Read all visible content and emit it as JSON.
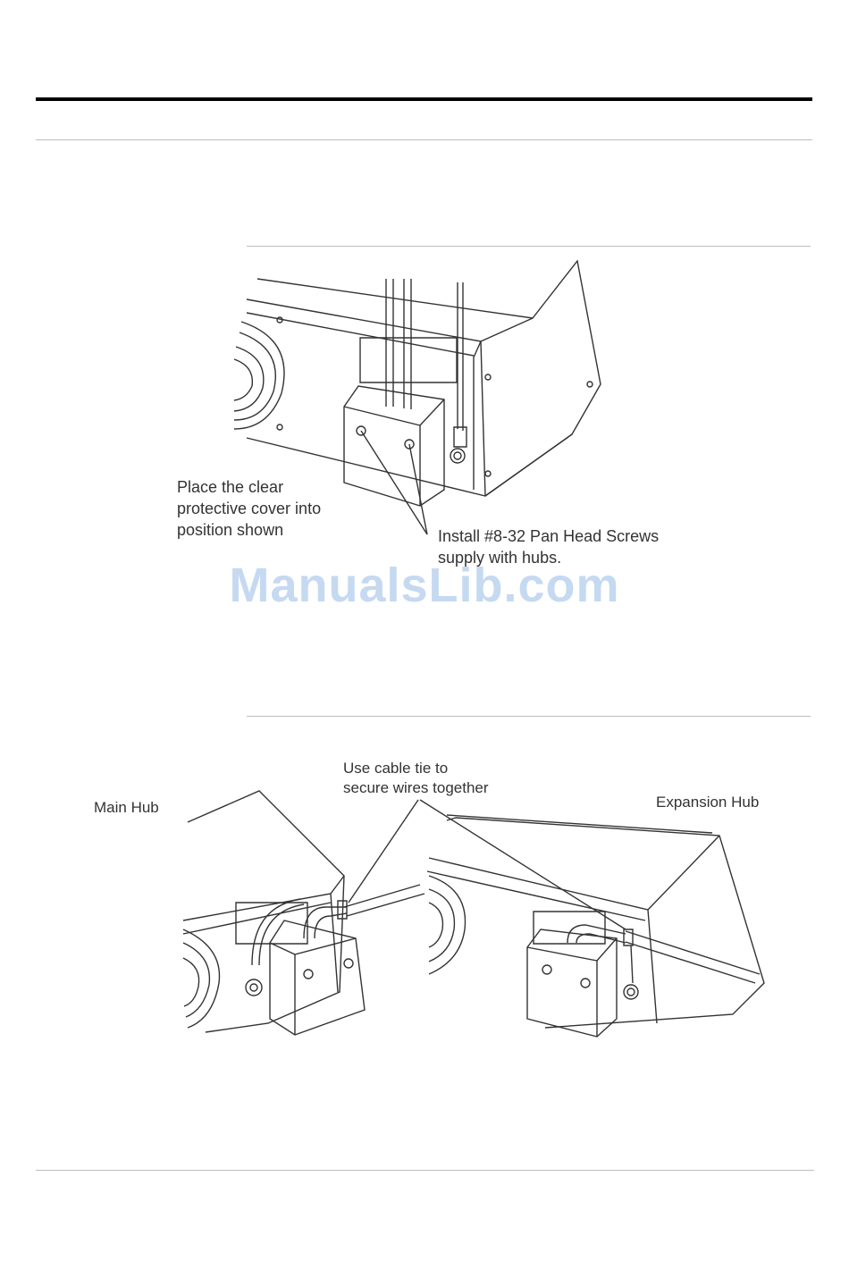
{
  "figure1": {
    "label_cover": [
      "Place the clear",
      "protective cover into",
      "position shown"
    ],
    "label_screws": [
      "Install #8-32 Pan Head Screws",
      "supply with hubs."
    ]
  },
  "figure2": {
    "label_main_hub": "Main Hub",
    "label_cable_tie": [
      "Use cable tie to",
      "secure wires together"
    ],
    "label_expansion_hub": "Expansion Hub"
  },
  "watermark": "ManualsLib.com"
}
